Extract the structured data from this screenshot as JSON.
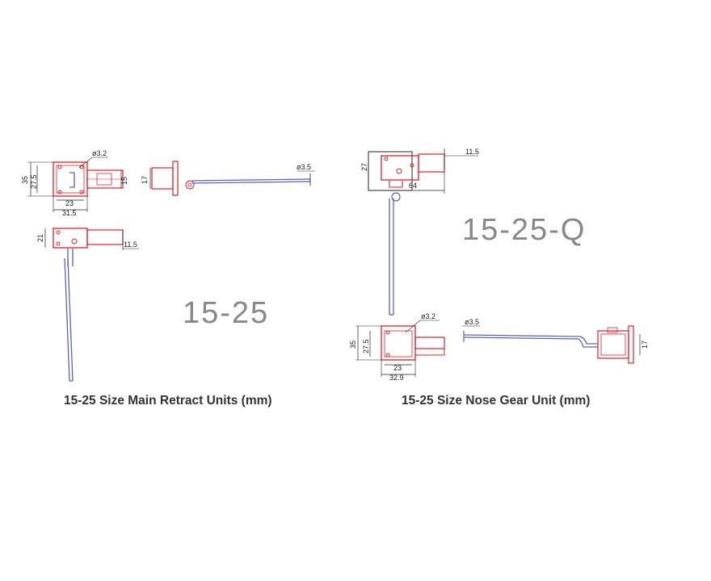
{
  "captions": {
    "main_retract": "15-25 Size Main Retract Units (mm)",
    "nose_gear": "15-25 Size Nose Gear Unit (mm)"
  },
  "model_labels": {
    "main": "15-25",
    "nose": "15-25-Q"
  },
  "main_unit_dims": {
    "height_35": "35",
    "height_27_5": "27.5",
    "hole_dia": "ø3.2",
    "width_23": "23",
    "width_31_5": "31.5",
    "end_15": "15",
    "side_17": "17",
    "wire_dia": "ø3.5",
    "retracted_21": "21",
    "cyl_11_5": "11.5"
  },
  "nose_unit_dims": {
    "top_27": "27",
    "top_11_5": "11.5",
    "top_64": "64",
    "front_hole_dia": "ø3.2",
    "front_35": "35",
    "front_27_5": "27.5",
    "front_23": "23",
    "front_32_9": "32.9",
    "side_wire_dia": "ø3.5",
    "side_17": "17"
  },
  "colors": {
    "part": "#e0202a",
    "wire": "#5a63b8",
    "dimension": "#222222",
    "caption": "#333333",
    "model_label": "#888888"
  }
}
